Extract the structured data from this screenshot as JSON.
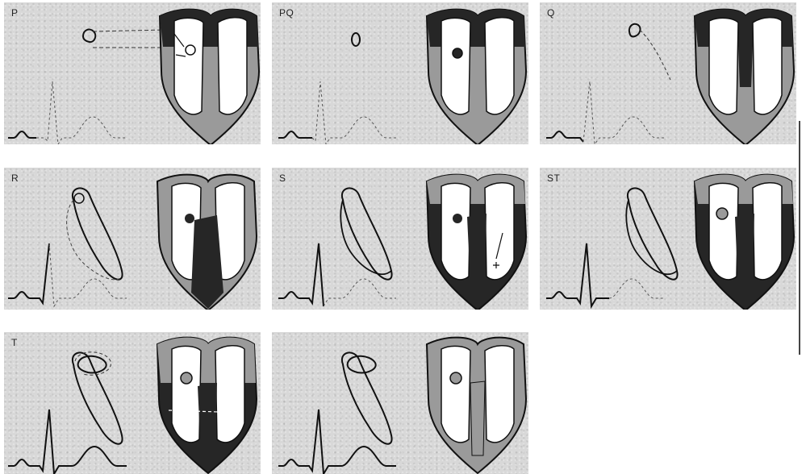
{
  "panels": [
    {
      "label": "P"
    },
    {
      "label": "PQ"
    },
    {
      "label": "Q"
    },
    {
      "label": "R"
    },
    {
      "label": "S"
    },
    {
      "label": "ST"
    },
    {
      "label": "T"
    },
    {
      "label": ""
    }
  ],
  "colors": {
    "background": "#d8d8d8",
    "ink": "#111111",
    "myocardium_rest": "#9a9a9a",
    "myocardium_depolarized": "#262626",
    "chamber": "#ffffff"
  }
}
